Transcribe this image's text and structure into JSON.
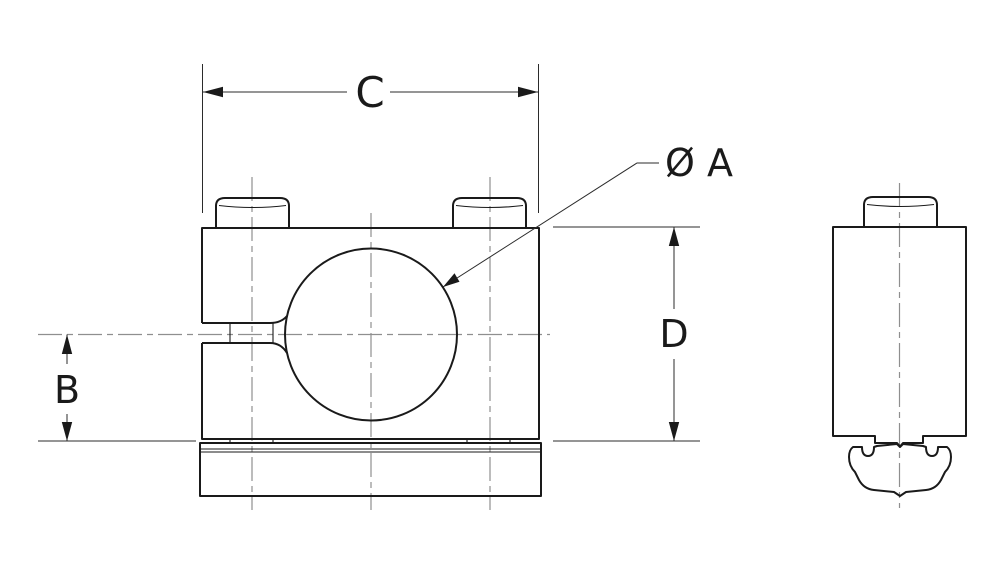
{
  "drawing": {
    "dimension_labels": {
      "c": "C",
      "b": "B",
      "d": "D",
      "bore": "Ø A"
    },
    "colors": {
      "outline": "#1a1a1a",
      "dimension_line": "#2b2b2b",
      "centerline": "#8f8f8f",
      "background": "#ffffff"
    }
  }
}
